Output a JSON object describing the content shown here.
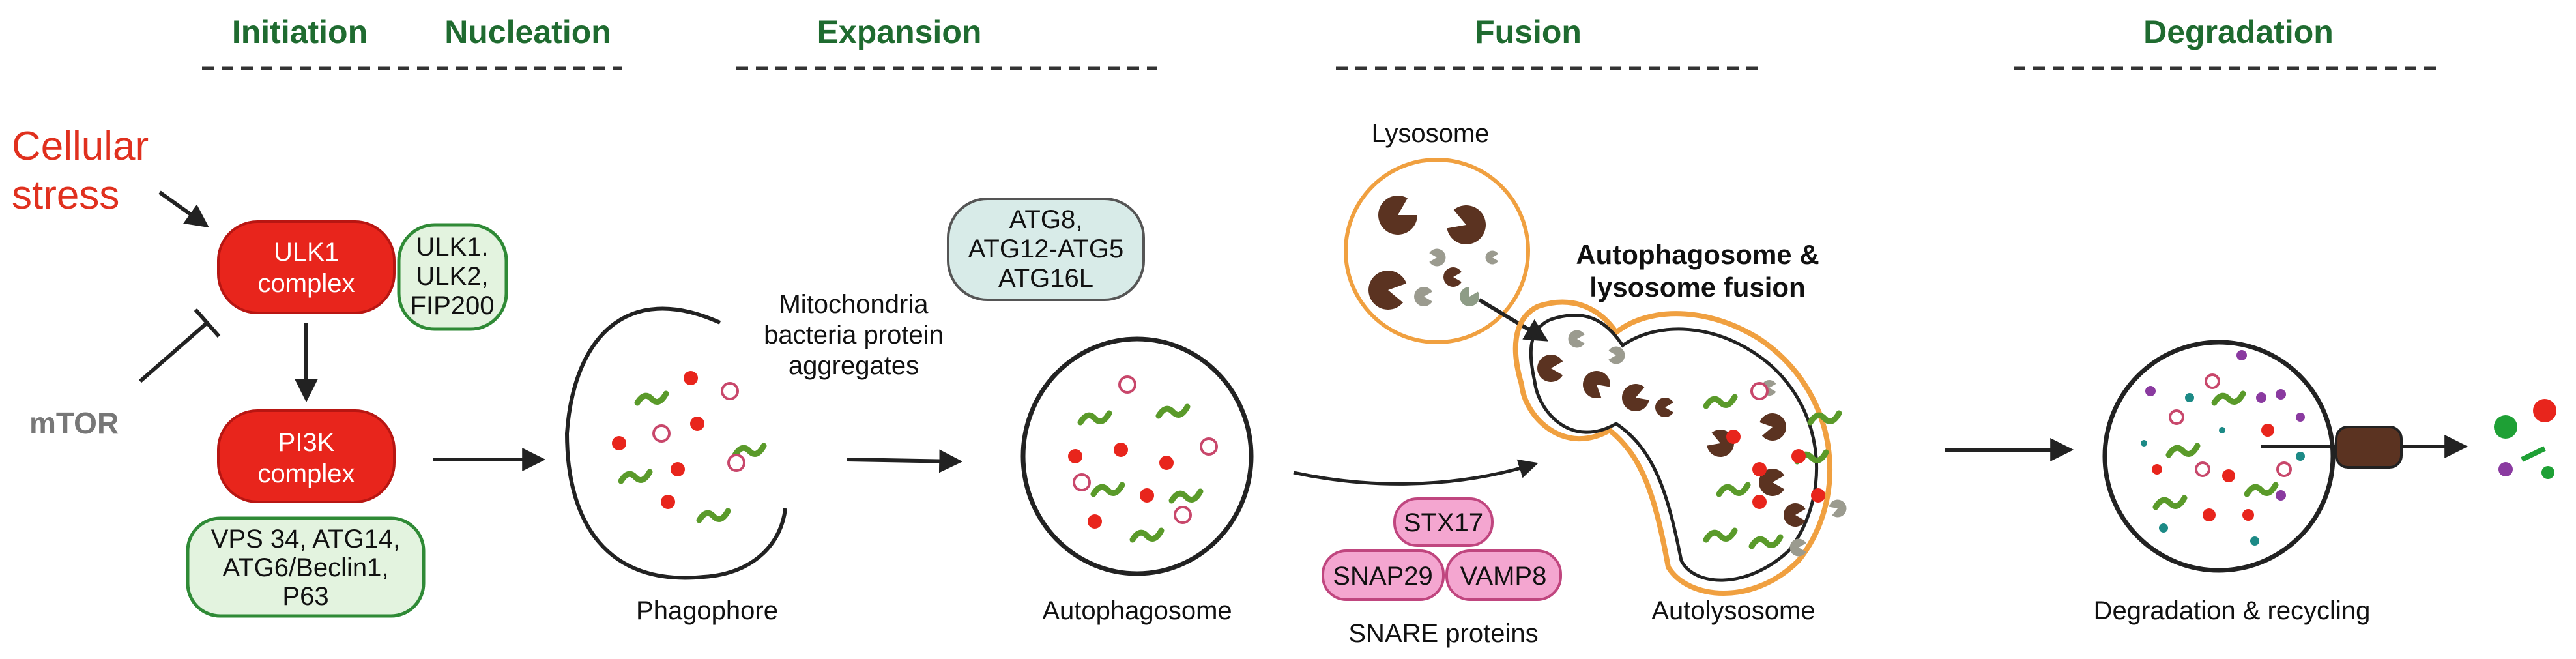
{
  "stages": [
    "Initiation",
    "Nucleation",
    "Expansion",
    "Fusion",
    "Degradation"
  ],
  "inputs": {
    "stress_line1": "Cellular",
    "stress_line2": "stress",
    "mtor": "mTOR"
  },
  "complexes": {
    "ulk1": [
      "ULK1",
      "complex"
    ],
    "ulk1_members": [
      "ULK1.",
      "ULK2,",
      "FIP200"
    ],
    "pi3k": [
      "PI3K",
      "complex"
    ],
    "pi3k_members": [
      "VPS 34, ATG14,",
      "ATG6/Beclin1,",
      "P63"
    ]
  },
  "cargo": [
    "Mitochondria",
    "bacteria protein",
    "aggregates"
  ],
  "atg": [
    "ATG8,",
    "ATG12-ATG5",
    "ATG16L"
  ],
  "labels": {
    "phagophore": "Phagophore",
    "autophagosome": "Autophagosome",
    "lysosome": "Lysosome",
    "fusion_title_1": "Autophagosome &",
    "fusion_title_2": "lysosome fusion",
    "autolysosome": "Autolysosome",
    "degradation": "Degradation & recycling",
    "snare": "SNARE proteins"
  },
  "snare_proteins": [
    "STX17",
    "SNAP29",
    "VAMP8"
  ],
  "colors": {
    "stage_green": "#1f6b30",
    "stress_red": "#e0301e",
    "complex_red": "#e8251c",
    "member_green_fill": "#e3f3df",
    "member_green_stroke": "#2f8a36",
    "atg_fill": "#d8ebe8",
    "snare_pink": "#f4a6d0",
    "lysosome_orange": "#f0a040",
    "hydrolase_brown": "#5b3321"
  }
}
